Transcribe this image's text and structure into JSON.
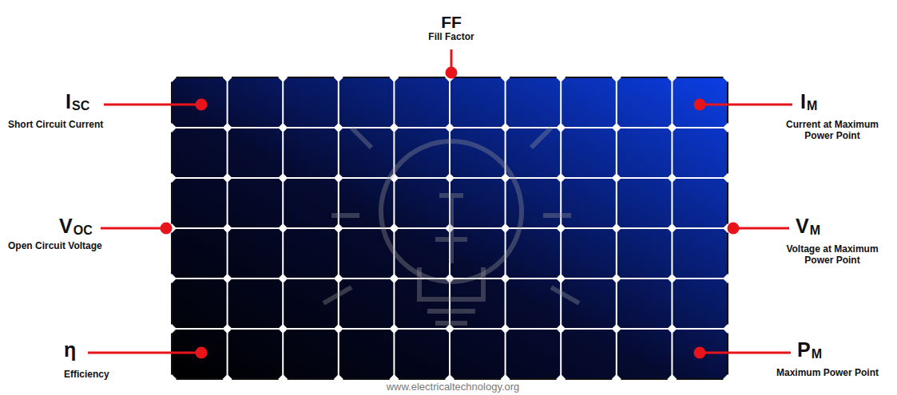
{
  "diagram": {
    "labels": [
      "FF",
      "Fill Factor",
      "I",
      "SC",
      "Short Circuit Current",
      "I",
      "M",
      "Current at Maximum Power Point",
      "V",
      "OC",
      "Open Circuit Voltage",
      "V",
      "M",
      "Voltage at Maximum Power Point",
      "η",
      "Efficiency",
      "P",
      "M",
      "Maximum Power Point",
      "www.electricaltechnology.org"
    ]
  }
}
